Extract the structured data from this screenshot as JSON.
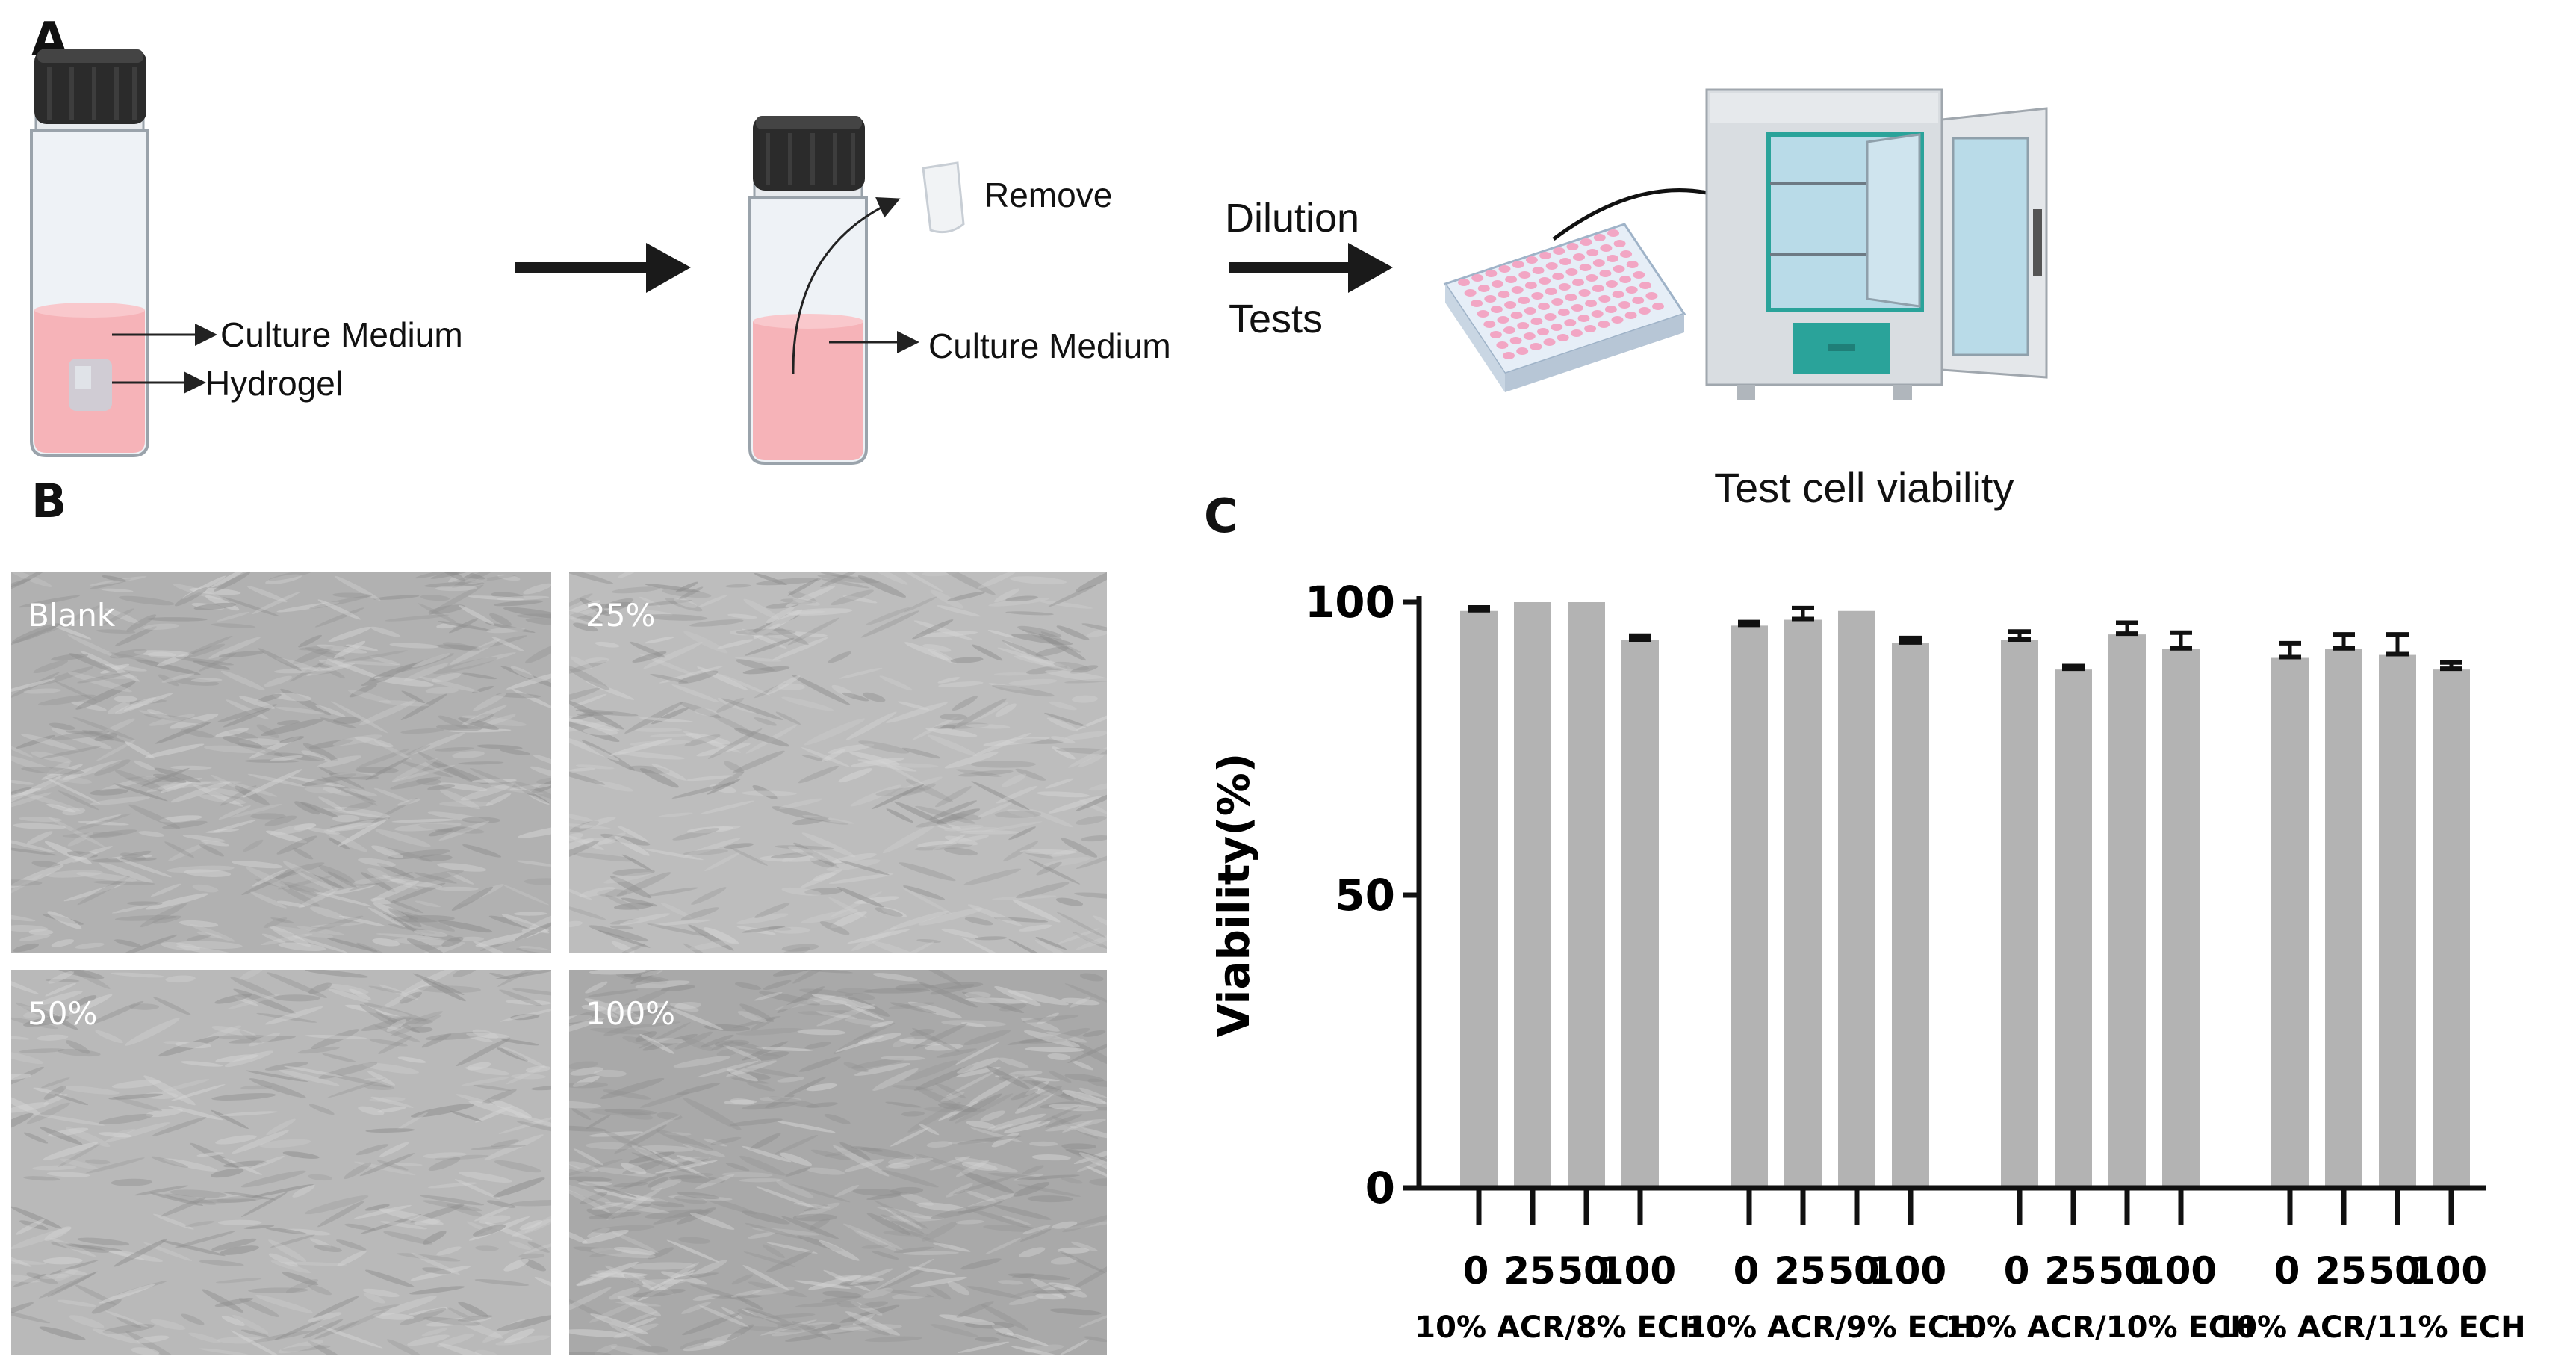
{
  "panel_a": {
    "letter": "A",
    "vial1_label_medium": "Culture Medium",
    "vial1_label_hydrogel": "Hydrogel",
    "vial2_label_remove": "Remove",
    "vial2_label_medium": "Culture Medium",
    "step_dilution": "Dilution",
    "step_tests": "Tests",
    "caption": "Test cell viability"
  },
  "panel_b": {
    "letter": "B",
    "images": [
      {
        "label": "Blank"
      },
      {
        "label": "25%"
      },
      {
        "label": "50%"
      },
      {
        "label": "100%"
      }
    ]
  },
  "panel_c": {
    "letter": "C"
  },
  "colors": {
    "bar": "#b3b3b3",
    "medium": "#f6b3b8",
    "teal": "#2aa39a",
    "cap": "#2b2b2b"
  },
  "chart_data": {
    "type": "bar",
    "ylabel": "Viability(%)",
    "ylim": [
      0,
      100
    ],
    "yticks": [
      0,
      50,
      100
    ],
    "groups": [
      {
        "name": "10% ACR/8% ECH",
        "categories": [
          "0",
          "25",
          "50",
          "100"
        ],
        "values": [
          98.5,
          100,
          100,
          93.5
        ],
        "errors": [
          0.6,
          0,
          0,
          0.8
        ]
      },
      {
        "name": "10% ACR/9% ECH",
        "categories": [
          "0",
          "25",
          "50",
          "100"
        ],
        "values": [
          96,
          97,
          98.5,
          93
        ],
        "errors": [
          0.6,
          2,
          0,
          0.9
        ]
      },
      {
        "name": "10% ACR/10% ECH",
        "categories": [
          "0",
          "25",
          "50",
          "100"
        ],
        "values": [
          93.5,
          88.5,
          94.5,
          92
        ],
        "errors": [
          1.5,
          0.6,
          2,
          2.8
        ]
      },
      {
        "name": "10% ACR/11% ECH",
        "categories": [
          "0",
          "25",
          "50",
          "100"
        ],
        "values": [
          90.5,
          92,
          91,
          88.5
        ],
        "errors": [
          2.5,
          2.5,
          3.5,
          1.2
        ]
      }
    ]
  }
}
